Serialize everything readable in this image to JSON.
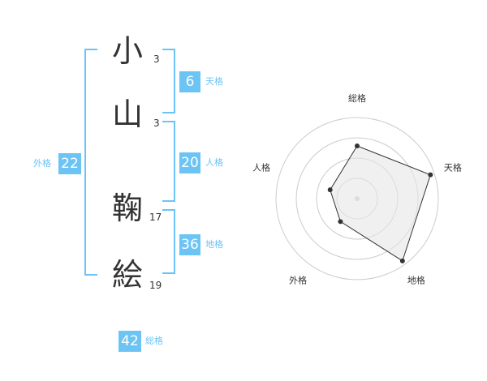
{
  "characters": [
    {
      "char": "小",
      "strokes": "3"
    },
    {
      "char": "山",
      "strokes": "3"
    },
    {
      "char": "鞠",
      "strokes": "17"
    },
    {
      "char": "絵",
      "strokes": "19"
    }
  ],
  "fortunes": {
    "tenkaku": {
      "label": "天格",
      "value": "6"
    },
    "jinkaku": {
      "label": "人格",
      "value": "20"
    },
    "chikaku": {
      "label": "地格",
      "value": "36"
    },
    "gaikaku": {
      "label": "外格",
      "value": "22"
    },
    "soukaku": {
      "label": "総格",
      "value": "42"
    }
  },
  "colors": {
    "accent": "#6cc4f5",
    "text": "#333333",
    "polygon_fill": "#e6e6e6",
    "ring": "#cccccc"
  },
  "chart_data": {
    "type": "radar",
    "axes": [
      "総格",
      "天格",
      "地格",
      "外格",
      "人格"
    ],
    "values": [
      0.65,
      0.95,
      0.95,
      0.35,
      0.35
    ],
    "range": [
      0,
      1
    ],
    "rings": 4
  }
}
